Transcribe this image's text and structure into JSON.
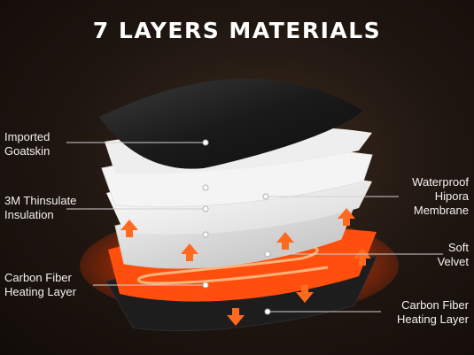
{
  "title": "7 LAYERS MATERIALS",
  "labels": {
    "goatskin": [
      "Imported",
      "Goatskin"
    ],
    "thinsulate": [
      "3M Thinsulate",
      "Insulation"
    ],
    "carbon_left": [
      "Carbon Fiber",
      "Heating Layer"
    ],
    "hipora": [
      "Waterproof",
      "Hipora",
      "Membrane"
    ],
    "velvet": [
      "Soft",
      "Velvet"
    ],
    "carbon_right": [
      "Carbon Fiber",
      "Heating Layer"
    ]
  },
  "colors": {
    "leather": "#1b1b1b",
    "white_layer": "#f1f1f1",
    "fleece": "#dcdcdc",
    "heat_orange": "#ff5a12",
    "arrow": "#ff6a1f",
    "bottom_layer": "#222222"
  }
}
